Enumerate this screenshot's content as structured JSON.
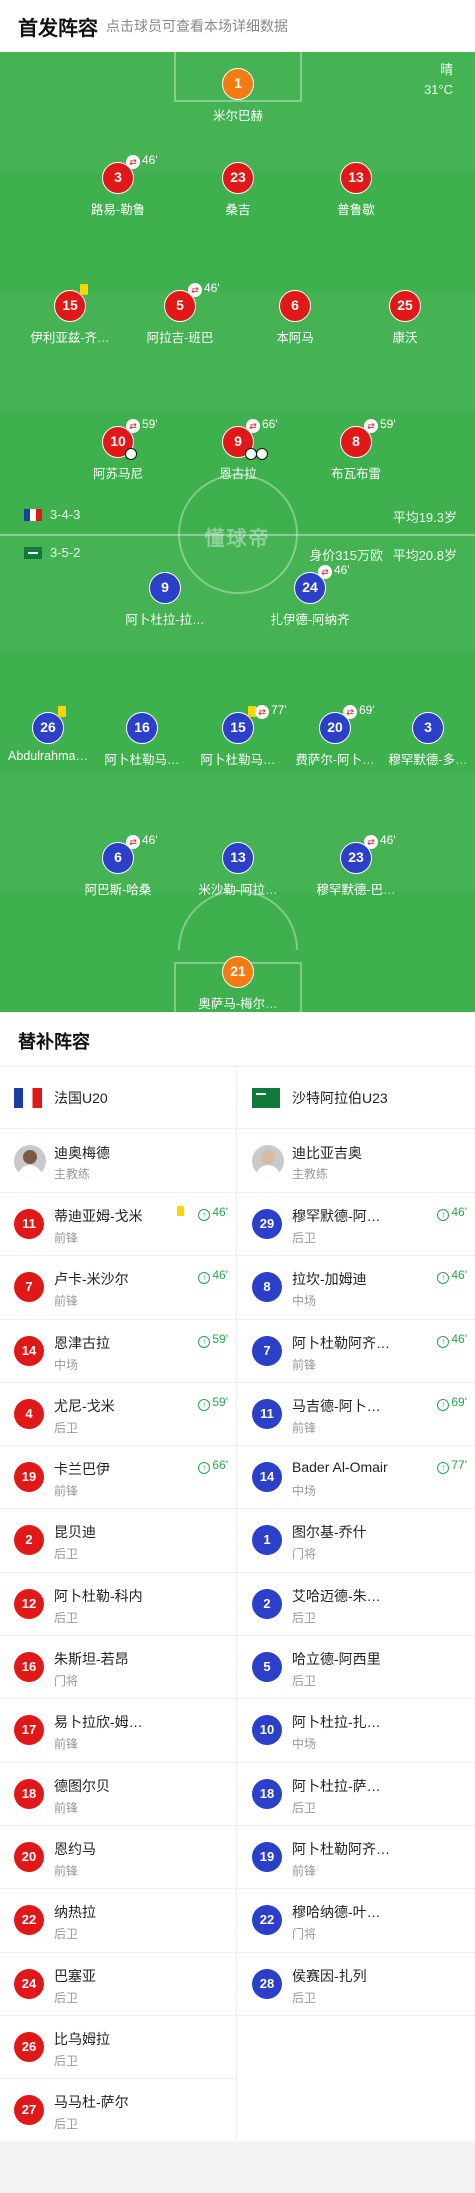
{
  "header": {
    "title": "首发阵容",
    "hint": "点击球员可查看本场详细数据"
  },
  "weather": {
    "condition": "晴",
    "temperature": "31°C"
  },
  "watermark": "懂球帝",
  "home": {
    "formation": "3-4-3",
    "avg_age": "平均19.3岁",
    "players": [
      {
        "num": "1",
        "name": "米尔巴赫",
        "color": "orange"
      },
      {
        "num": "3",
        "name": "路易-勒鲁",
        "sub": "46'"
      },
      {
        "num": "23",
        "name": "桑吉"
      },
      {
        "num": "13",
        "name": "普鲁歇"
      },
      {
        "num": "15",
        "name": "伊利亚兹-齐…",
        "yellow": true
      },
      {
        "num": "5",
        "name": "阿拉吉-班巴",
        "sub": "46'"
      },
      {
        "num": "6",
        "name": "本阿马"
      },
      {
        "num": "25",
        "name": "康沃"
      },
      {
        "num": "10",
        "name": "阿苏马尼",
        "sub": "59'",
        "goals": 1
      },
      {
        "num": "9",
        "name": "恩古拉",
        "sub": "66'",
        "goals": 2
      },
      {
        "num": "8",
        "name": "布瓦布雷",
        "sub": "59'"
      }
    ]
  },
  "away": {
    "formation": "3-5-2",
    "market_value": "身价315万欧",
    "avg_age": "平均20.8岁",
    "players": [
      {
        "num": "9",
        "name": "阿卜杜拉-拉…"
      },
      {
        "num": "24",
        "name": "扎伊德-阿纳齐",
        "sub": "46'"
      },
      {
        "num": "26",
        "name": "Abdulrahma…",
        "yellow": true
      },
      {
        "num": "16",
        "name": "阿卜杜勒马…"
      },
      {
        "num": "15",
        "name": "阿卜杜勒马…",
        "yellow": true,
        "sub": "77'"
      },
      {
        "num": "20",
        "name": "费萨尔-阿卜…",
        "sub": "69'"
      },
      {
        "num": "3",
        "name": "穆罕默德-多…"
      },
      {
        "num": "6",
        "name": "阿巴斯-哈桑",
        "sub": "46'"
      },
      {
        "num": "13",
        "name": "米沙勒-阿拉…"
      },
      {
        "num": "23",
        "name": "穆罕默德-巴…",
        "sub": "46'"
      },
      {
        "num": "21",
        "name": "奥萨马-梅尔…",
        "color": "orange"
      }
    ]
  },
  "subs": {
    "title": "替补阵容",
    "home_team": "法国U20",
    "away_team": "沙特阿拉伯U23",
    "home_coach": {
      "name": "迪奥梅德",
      "role": "主教练"
    },
    "away_coach": {
      "name": "迪比亚吉奥",
      "role": "主教练"
    },
    "home": [
      {
        "num": "11",
        "name": "蒂迪亚姆-戈米",
        "pos": "前锋",
        "in": "46'",
        "yellow": true
      },
      {
        "num": "7",
        "name": "卢卡-米沙尔",
        "pos": "前锋",
        "in": "46'"
      },
      {
        "num": "14",
        "name": "恩津古拉",
        "pos": "中场",
        "in": "59'"
      },
      {
        "num": "4",
        "name": "尤尼-戈米",
        "pos": "后卫",
        "in": "59'"
      },
      {
        "num": "19",
        "name": "卡兰巴伊",
        "pos": "前锋",
        "in": "66'"
      },
      {
        "num": "2",
        "name": "昆贝迪",
        "pos": "后卫"
      },
      {
        "num": "12",
        "name": "阿卜杜勒-科内",
        "pos": "后卫"
      },
      {
        "num": "16",
        "name": "朱斯坦-若昂",
        "pos": "门将"
      },
      {
        "num": "17",
        "name": "易卜拉欣-姆…",
        "pos": "前锋"
      },
      {
        "num": "18",
        "name": "德图尔贝",
        "pos": "前锋"
      },
      {
        "num": "20",
        "name": "恩约马",
        "pos": "前锋"
      },
      {
        "num": "22",
        "name": "纳热拉",
        "pos": "后卫"
      },
      {
        "num": "24",
        "name": "巴塞亚",
        "pos": "后卫"
      },
      {
        "num": "26",
        "name": "比乌姆拉",
        "pos": "后卫"
      },
      {
        "num": "27",
        "name": "马马杜-萨尔",
        "pos": "后卫"
      }
    ],
    "away": [
      {
        "num": "29",
        "name": "穆罕默德-阿…",
        "pos": "后卫",
        "in": "46'"
      },
      {
        "num": "8",
        "name": "拉坎-加姆迪",
        "pos": "中场",
        "in": "46'"
      },
      {
        "num": "7",
        "name": "阿卜杜勒阿齐…",
        "pos": "前锋",
        "in": "46'"
      },
      {
        "num": "11",
        "name": "马吉德-阿卜…",
        "pos": "前锋",
        "in": "69'"
      },
      {
        "num": "14",
        "name": "Bader Al-Omair",
        "pos": "中场",
        "in": "77'"
      },
      {
        "num": "1",
        "name": "图尔基-乔什",
        "pos": "门将"
      },
      {
        "num": "2",
        "name": "艾哈迈德-朱…",
        "pos": "后卫"
      },
      {
        "num": "5",
        "name": "哈立德-阿西里",
        "pos": "后卫"
      },
      {
        "num": "10",
        "name": "阿卜杜拉-扎…",
        "pos": "中场"
      },
      {
        "num": "18",
        "name": "阿卜杜拉-萨…",
        "pos": "后卫"
      },
      {
        "num": "19",
        "name": "阿卜杜勒阿齐…",
        "pos": "前锋"
      },
      {
        "num": "22",
        "name": "穆哈纳德-叶…",
        "pos": "门将"
      },
      {
        "num": "28",
        "name": "侯赛因-扎列",
        "pos": "后卫"
      }
    ]
  },
  "colors": {
    "home": "#e11818",
    "away": "#2b3fc9",
    "gk": "#f27b12",
    "pitch": "#3fb04e",
    "sub_in": "#2da44e"
  }
}
